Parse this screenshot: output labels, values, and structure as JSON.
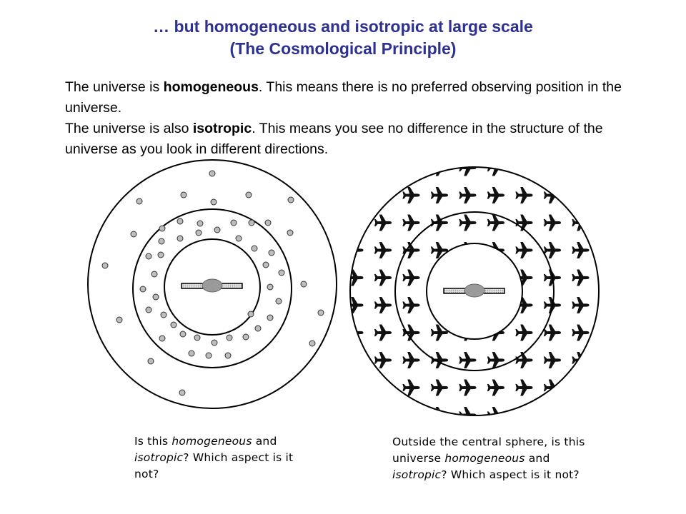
{
  "slide": {
    "title_line1": "… but homogeneous and isotropic at large scale",
    "title_line2": "(The Cosmological Principle)",
    "para1": {
      "pre": "The universe is ",
      "bold": "homogeneous",
      "post": ". This means there is no preferred observing position in the universe."
    },
    "para2": {
      "pre": "The universe is also ",
      "bold": "isotropic",
      "post": ". This means you see no difference in the structure of the universe as you look in different directions."
    }
  },
  "diagram_left": {
    "caption": {
      "t1": "Is this ",
      "i1": "homogeneous",
      "t2": " and ",
      "i2": "isotropic",
      "t3": "? Which aspect is it not?"
    }
  },
  "diagram_right": {
    "caption": {
      "t1": "Outside the central sphere, is this universe ",
      "i1": "homogeneous",
      "t2": " and ",
      "i2": "isotropic",
      "t3": "? Which aspect is it not?"
    }
  },
  "colors": {
    "title": "#2e3192",
    "dot_fill": "#bdbdbd",
    "galaxy_fill": "#c8c8c8",
    "plane_fill": "#111111"
  }
}
